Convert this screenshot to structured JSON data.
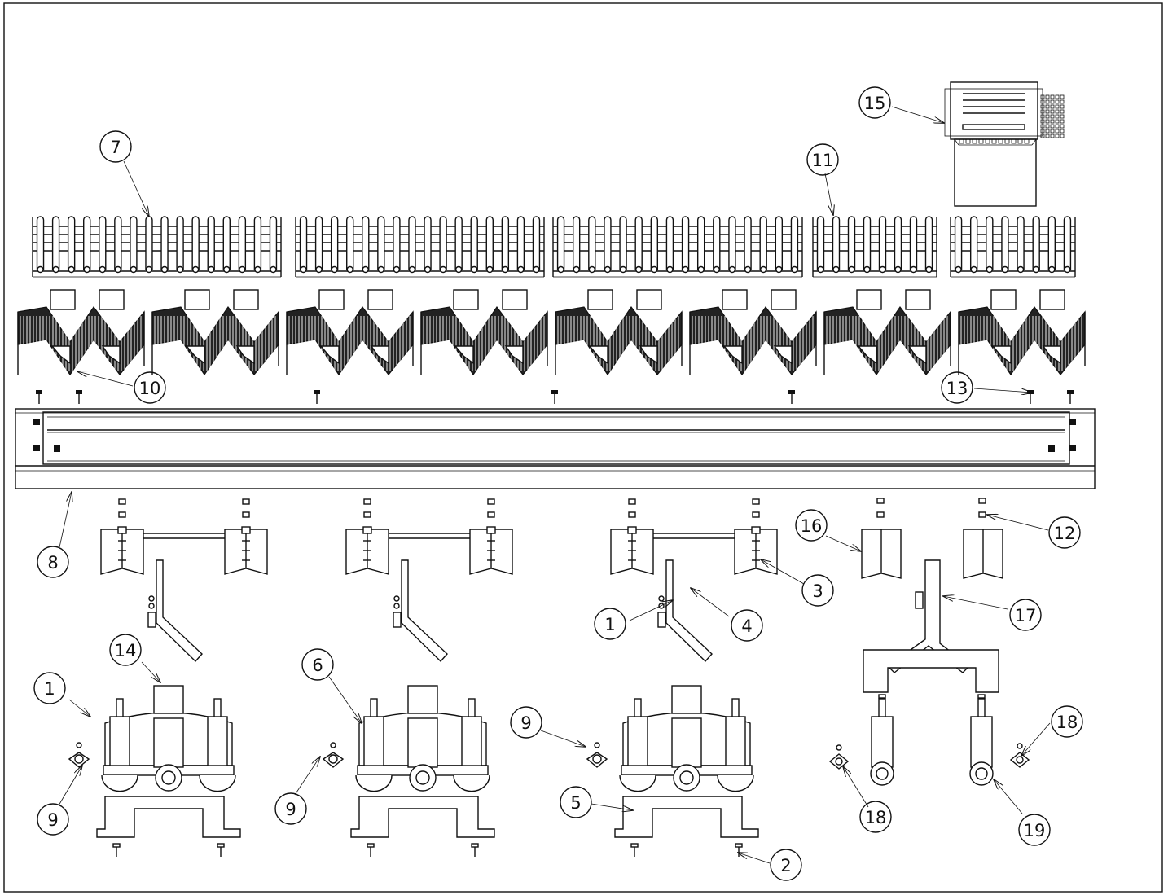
{
  "drawing": {
    "border_color": "#111111",
    "background": "#ffffff"
  },
  "callouts": [
    {
      "id": "c1a",
      "label": "1"
    },
    {
      "id": "c1b",
      "label": "1"
    },
    {
      "id": "c2",
      "label": "2"
    },
    {
      "id": "c3",
      "label": "3"
    },
    {
      "id": "c4",
      "label": "4"
    },
    {
      "id": "c5",
      "label": "5"
    },
    {
      "id": "c6",
      "label": "6"
    },
    {
      "id": "c7",
      "label": "7"
    },
    {
      "id": "c8",
      "label": "8"
    },
    {
      "id": "c9a",
      "label": "9"
    },
    {
      "id": "c9b",
      "label": "9"
    },
    {
      "id": "c9c",
      "label": "9"
    },
    {
      "id": "c10",
      "label": "10"
    },
    {
      "id": "c11",
      "label": "11"
    },
    {
      "id": "c12",
      "label": "12"
    },
    {
      "id": "c13",
      "label": "13"
    },
    {
      "id": "c14",
      "label": "14"
    },
    {
      "id": "c15",
      "label": "15"
    },
    {
      "id": "c16",
      "label": "16"
    },
    {
      "id": "c17",
      "label": "17"
    },
    {
      "id": "c18a",
      "label": "18"
    },
    {
      "id": "c18b",
      "label": "18"
    },
    {
      "id": "c19",
      "label": "19"
    }
  ]
}
